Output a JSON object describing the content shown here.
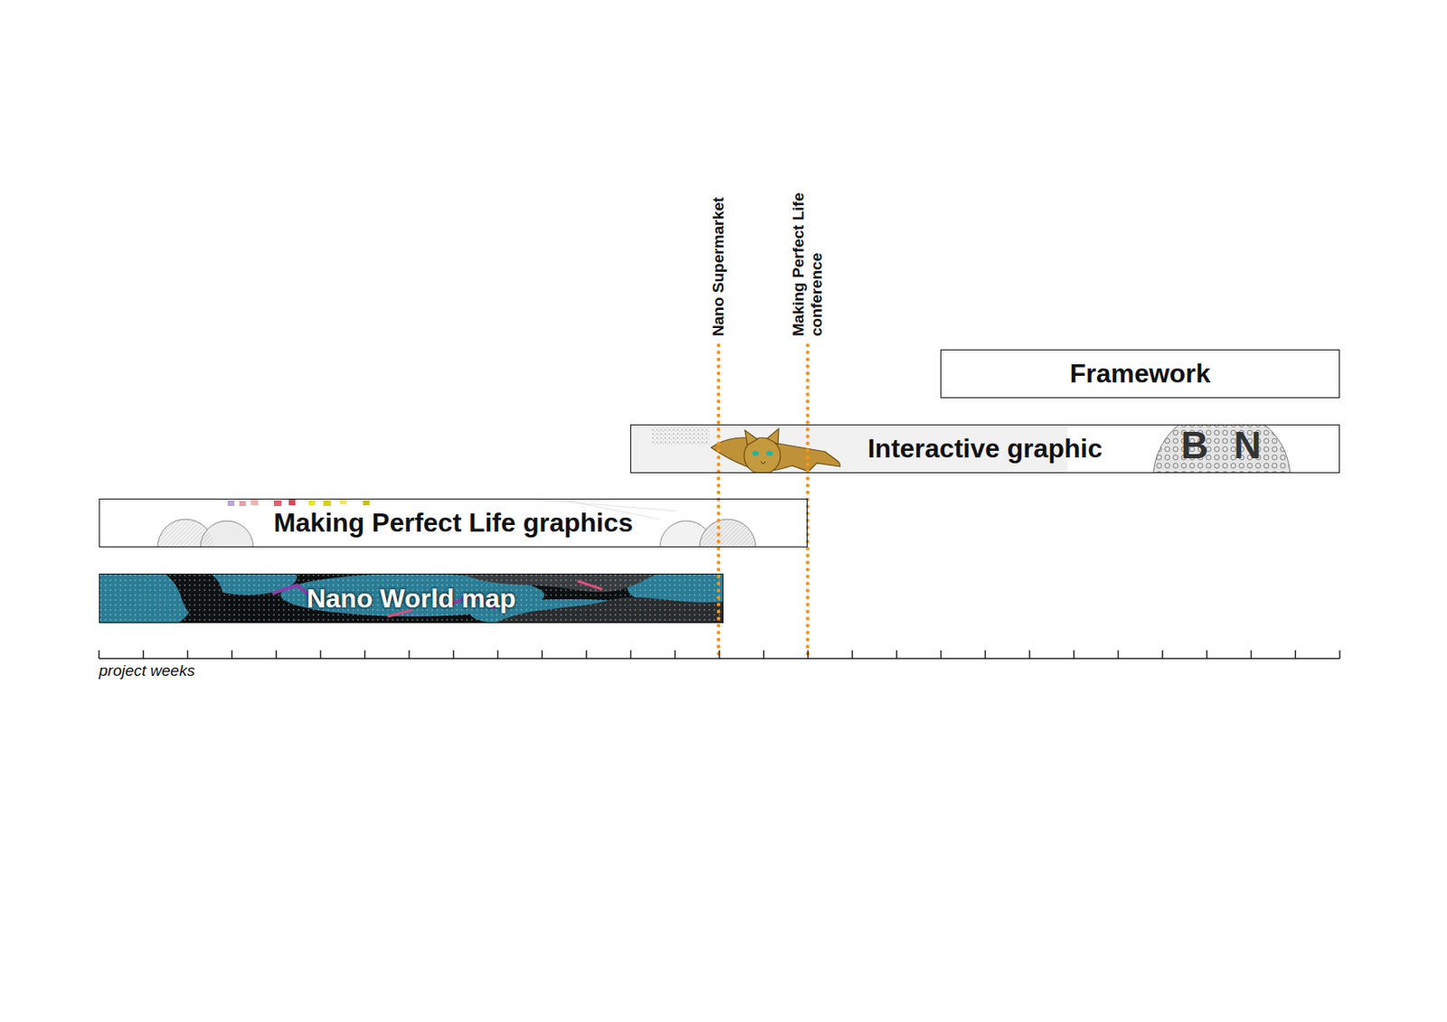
{
  "diagram": {
    "nodes": [
      {
        "text": [
          "Framework"
        ]
      },
      {
        "text": [
          "Interactive graphic"
        ]
      },
      {
        "text": [
          "Making Perfect Life graphics"
        ]
      },
      {
        "text": [
          "Nano World map"
        ]
      }
    ],
    "labels": [
      "Nano Supermarket",
      "Making Perfect Life conference",
      "project weeks",
      "B",
      "N"
    ]
  }
}
